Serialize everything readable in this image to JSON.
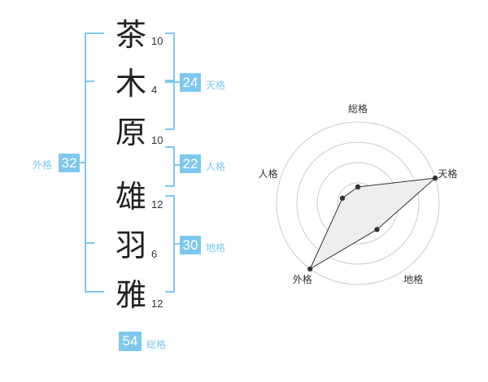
{
  "name": {
    "characters": [
      {
        "char": "茶",
        "strokes": "10"
      },
      {
        "char": "木",
        "strokes": "4"
      },
      {
        "char": "原",
        "strokes": "10"
      },
      {
        "char": "雄",
        "strokes": "12"
      },
      {
        "char": "羽",
        "strokes": "6"
      },
      {
        "char": "雅",
        "strokes": "12"
      }
    ]
  },
  "fortunes": {
    "tenkaku": {
      "value": "24",
      "label": "天格"
    },
    "jinkaku": {
      "value": "22",
      "label": "人格"
    },
    "chikaku": {
      "value": "30",
      "label": "地格"
    },
    "gaikaku": {
      "value": "32",
      "label": "外格"
    },
    "soukaku": {
      "value": "54",
      "label": "総格"
    }
  },
  "chart_data": {
    "type": "radar",
    "axes": [
      "総格",
      "天格",
      "地格",
      "外格",
      "人格"
    ],
    "values": [
      1,
      5,
      2,
      5,
      1
    ],
    "max": 5,
    "grid_rings": 4,
    "colors": {
      "accent": "#7ec8ee",
      "fill": "#ececec",
      "line": "#333333",
      "grid": "#cccccc"
    }
  }
}
